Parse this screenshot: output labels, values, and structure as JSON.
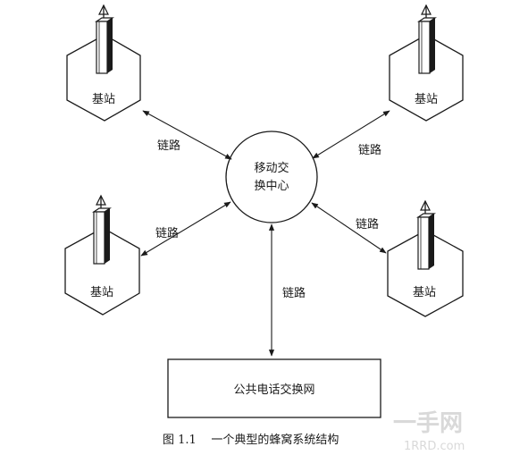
{
  "stations": [
    {
      "id": "tl",
      "label": "基站"
    },
    {
      "id": "tr",
      "label": "基站"
    },
    {
      "id": "bl",
      "label": "基站"
    },
    {
      "id": "br",
      "label": "基站"
    }
  ],
  "msc": {
    "line1": "移动交",
    "line2": "换中心"
  },
  "links": {
    "tl": "链路",
    "tr": "链路",
    "bl": "链路",
    "br": "链路",
    "pstn": "链路"
  },
  "pstn": {
    "label": "公共电话交换网"
  },
  "caption": "图 1.1    一个典型的蜂窝系统结构",
  "watermark": {
    "main": "一手网",
    "sub": "1RRD.com"
  },
  "colors": {
    "stroke": "#1a1a1a",
    "background": "#ffffff"
  }
}
